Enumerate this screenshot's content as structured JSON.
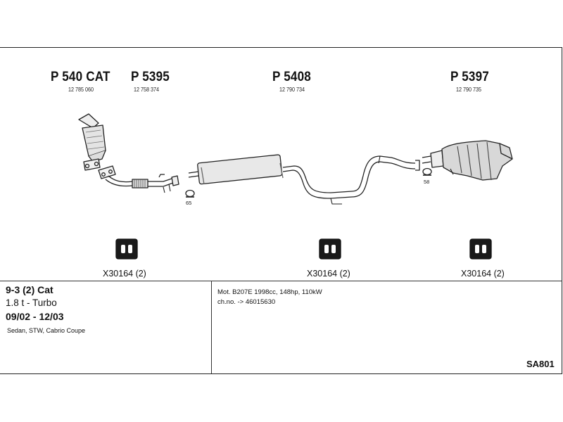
{
  "parts": [
    {
      "number": "P 540 CAT",
      "ref": "12 785 060"
    },
    {
      "number": "P 5395",
      "ref": "12 758 374"
    },
    {
      "number": "P 5408",
      "ref": "12 790 734"
    },
    {
      "number": "P 5397",
      "ref": "12 790 735"
    }
  ],
  "clamps": [
    "65",
    "58"
  ],
  "hangers": [
    {
      "label": "X30164 (2)"
    },
    {
      "label": "X30164 (2)"
    },
    {
      "label": "X30164 (2)"
    }
  ],
  "vehicle": {
    "model": "9-3 (2) Cat",
    "engine": "1.8 t - Turbo",
    "period": "09/02 - 12/03",
    "bodies": "Sedan, STW, Cabrio Coupe"
  },
  "motor": {
    "line1": "Mot. B207E 1998cc, 148hp, 110kW",
    "line2": "ch.no. -> 46015630"
  },
  "code": "SA801"
}
